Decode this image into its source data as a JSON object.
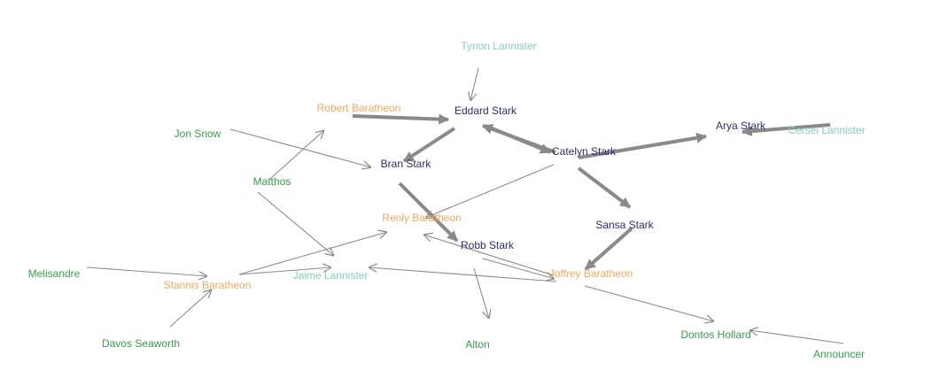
{
  "graph": {
    "colors": {
      "stark": "#2b2d6e",
      "baratheon": "#f0a860",
      "lannister": "#80cfc0",
      "other": "#3a9a4a",
      "edge": "#8a8a8a"
    },
    "nodes": [
      {
        "id": "tyrion",
        "label": "Tyrion Lannister",
        "group": "lannister"
      },
      {
        "id": "eddard",
        "label": "Eddard Stark",
        "group": "stark"
      },
      {
        "id": "robert",
        "label": "Robert Baratheon",
        "group": "baratheon"
      },
      {
        "id": "jon",
        "label": "Jon Snow",
        "group": "other"
      },
      {
        "id": "arya",
        "label": "Arya Stark",
        "group": "stark"
      },
      {
        "id": "cersei",
        "label": "Cersei Lannister",
        "group": "lannister"
      },
      {
        "id": "catelyn",
        "label": "Catelyn Stark",
        "group": "stark"
      },
      {
        "id": "bran",
        "label": "Bran Stark",
        "group": "stark"
      },
      {
        "id": "matthos",
        "label": "Matthos",
        "group": "other"
      },
      {
        "id": "renly",
        "label": "Renly Baratheon",
        "group": "baratheon"
      },
      {
        "id": "sansa",
        "label": "Sansa Stark",
        "group": "stark"
      },
      {
        "id": "robb",
        "label": "Robb Stark",
        "group": "stark"
      },
      {
        "id": "melisandre",
        "label": "Melisandre",
        "group": "other"
      },
      {
        "id": "stannis",
        "label": "Stannis Baratheon",
        "group": "baratheon"
      },
      {
        "id": "jaime",
        "label": "Jaime Lannister",
        "group": "lannister"
      },
      {
        "id": "joffrey",
        "label": "Joffrey Baratheon",
        "group": "baratheon"
      },
      {
        "id": "davos",
        "label": "Davos Seaworth",
        "group": "other"
      },
      {
        "id": "alton",
        "label": "Alton",
        "group": "other"
      },
      {
        "id": "dontos",
        "label": "Dontos Hollard",
        "group": "other"
      },
      {
        "id": "announcer",
        "label": "Announcer",
        "group": "other"
      }
    ],
    "edges": [
      {
        "source": "tyrion",
        "target": "eddard",
        "weight": 1
      },
      {
        "source": "robert",
        "target": "eddard",
        "weight": 3
      },
      {
        "source": "eddard",
        "target": "bran",
        "weight": 3
      },
      {
        "source": "eddard",
        "target": "catelyn",
        "weight": 3
      },
      {
        "source": "catelyn",
        "target": "eddard",
        "weight": 3
      },
      {
        "source": "catelyn",
        "target": "arya",
        "weight": 3
      },
      {
        "source": "cersei",
        "target": "arya",
        "weight": 3
      },
      {
        "source": "catelyn",
        "target": "sansa",
        "weight": 3
      },
      {
        "source": "sansa",
        "target": "joffrey",
        "weight": 3
      },
      {
        "source": "bran",
        "target": "robb",
        "weight": 3
      },
      {
        "source": "catelyn",
        "target": "renly",
        "weight": 1
      },
      {
        "source": "jon",
        "target": "bran",
        "weight": 1
      },
      {
        "source": "matthos",
        "target": "robert",
        "weight": 1
      },
      {
        "source": "matthos",
        "target": "jaime",
        "weight": 1
      },
      {
        "source": "stannis",
        "target": "renly",
        "weight": 1
      },
      {
        "source": "stannis",
        "target": "jaime",
        "weight": 1
      },
      {
        "source": "melisandre",
        "target": "stannis",
        "weight": 1
      },
      {
        "source": "davos",
        "target": "stannis",
        "weight": 1
      },
      {
        "source": "joffrey",
        "target": "jaime",
        "weight": 1
      },
      {
        "source": "joffrey",
        "target": "renly",
        "weight": 1
      },
      {
        "source": "robb",
        "target": "joffrey",
        "weight": 1
      },
      {
        "source": "robb",
        "target": "alton",
        "weight": 1
      },
      {
        "source": "joffrey",
        "target": "dontos",
        "weight": 1
      },
      {
        "source": "announcer",
        "target": "dontos",
        "weight": 1
      }
    ]
  }
}
